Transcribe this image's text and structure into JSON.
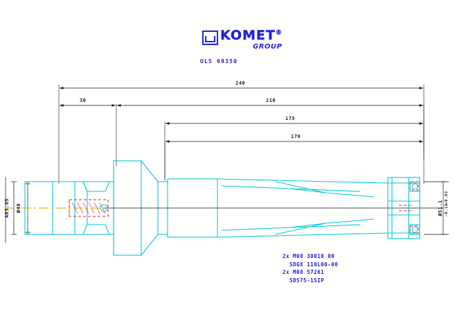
{
  "header": {
    "brand": "KOMET",
    "brand_mark": "®",
    "brand_sub": "GROUP",
    "part_number": "ULS 69350",
    "logo_icon": "komet-square-logo-icon"
  },
  "dimensions": {
    "overall_length": "240",
    "shank_length": "30",
    "body_length": "210",
    "flute_length_outer": "175",
    "flute_length_inner": "170",
    "shank_diameter_label": "Ø40",
    "shank_flat_label": "A05.65",
    "cutting_diameter_label": "Ø51.1",
    "tolerance_upper": "+0.03",
    "tolerance_lower": "-0.10"
  },
  "notes": [
    {
      "text": "2x M08 30010 00",
      "indent": false
    },
    {
      "text": "SDGX 110L00-00",
      "indent": true
    },
    {
      "text": "2x M08 57261",
      "indent": false
    },
    {
      "text": "SD575-1SIP",
      "indent": true
    }
  ],
  "colors": {
    "geometry": "#00c8d8",
    "centerline": "#d8a000",
    "hidden": "#e02020",
    "dimension": "#101010",
    "text_blue": "#1a1ad0",
    "background": "#ffffff"
  },
  "drawing": {
    "title": "indexable-insert-drill-technical-drawing",
    "view": "side-section-view"
  }
}
